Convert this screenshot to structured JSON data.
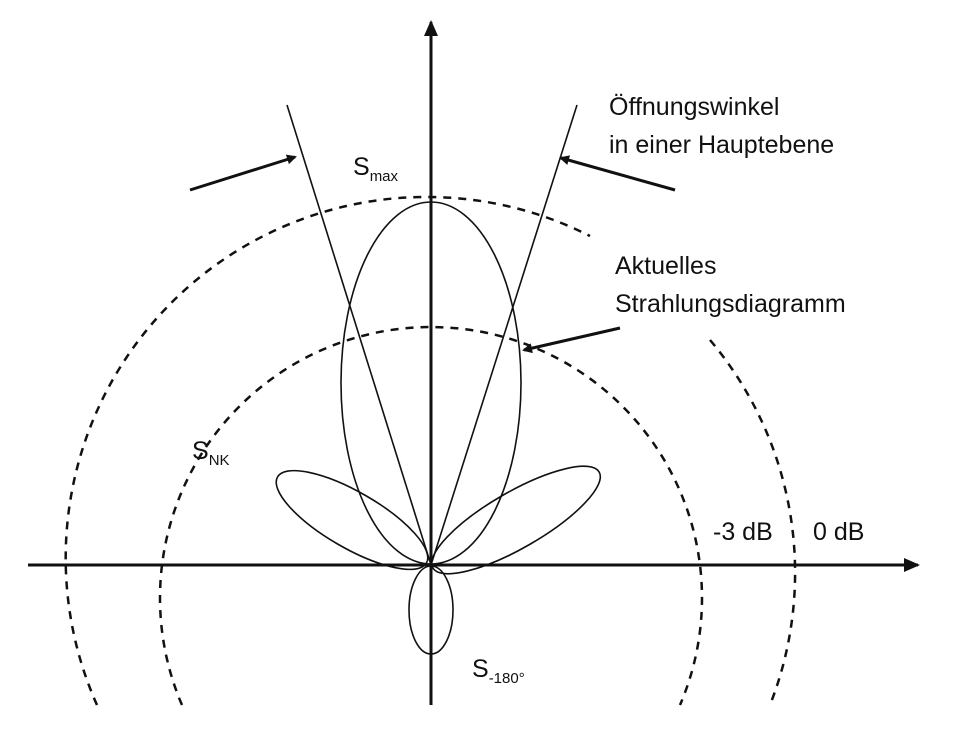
{
  "labels": {
    "s_max": {
      "main": "S",
      "sub": "max"
    },
    "s_nk": {
      "main": "S",
      "sub": "NK"
    },
    "s_back": {
      "main": "S",
      "sub": "-180°"
    },
    "minus3db": "-3 dB",
    "zero_db": "0 dB",
    "opening_angle_line1": "Öffnungswinkel",
    "opening_angle_line2": "in einer Hauptebene",
    "current_pattern_line1": "Aktuelles",
    "current_pattern_line2": "Strahlungsdiagramm"
  },
  "colors": {
    "stroke": "#111111",
    "background": "#ffffff"
  }
}
